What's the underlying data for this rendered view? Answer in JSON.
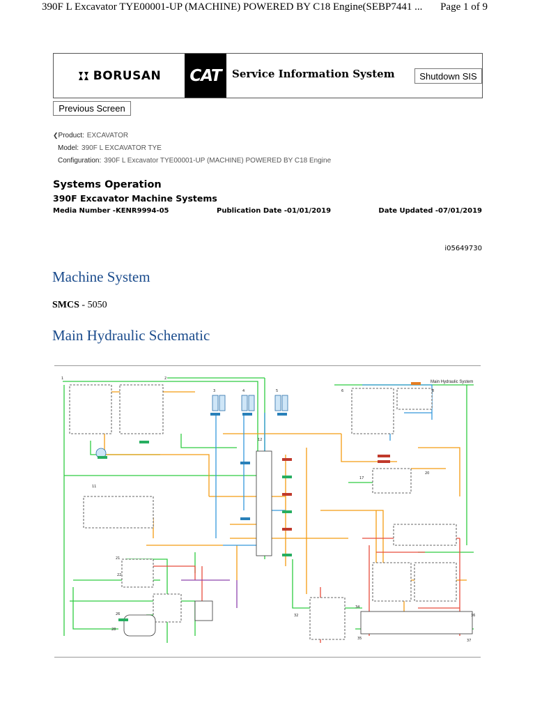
{
  "print_header": {
    "title": "390F L Excavator TYE00001-UP (MACHINE) POWERED BY C18 Engine(SEBP7441 ...",
    "page": "Page 1 of 9"
  },
  "banner": {
    "brand": "BORUSAN",
    "cat_logo": "CAT",
    "system_title": "Service Information System",
    "shutdown_label": "Shutdown SIS"
  },
  "previous_screen_label": "Previous Screen",
  "product_info": {
    "product_label": "Product:",
    "product_value": "EXCAVATOR",
    "model_label": "Model:",
    "model_value": "390F L EXCAVATOR TYE",
    "config_label": "Configuration:",
    "config_value": "390F L Excavator TYE00001-UP (MACHINE) POWERED BY C18 Engine"
  },
  "document": {
    "type": "Systems Operation",
    "subtitle": "390F Excavator Machine Systems",
    "media_number": "Media Number -KENR9994-05",
    "publication_date": "Publication Date -01/01/2019",
    "date_updated": "Date Updated -07/01/2019",
    "doc_id": "i05649730"
  },
  "section": {
    "heading": "Machine System",
    "smcs_label": "SMCS",
    "smcs_value": " - 5050",
    "subheading": "Main Hydraulic Schematic"
  },
  "schematic": {
    "caption": "Main Hydraulic System",
    "colors": {
      "pilot": "#2ecc40",
      "supply": "#f39c12",
      "return": "#3498db",
      "signal": "#e74c3c",
      "drain": "#8e44ad"
    }
  }
}
